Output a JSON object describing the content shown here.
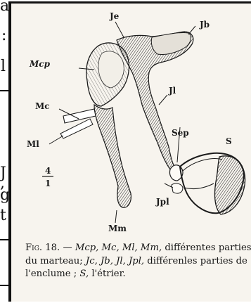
{
  "left_page": {
    "stubs": [
      "a",
      ":",
      "l",
      "J",
      ",",
      "g",
      "t"
    ]
  },
  "figure": {
    "labels": {
      "je": "Je",
      "jb": "Jb",
      "mcp": "Mcp",
      "mc": "Mc",
      "jl": "Jl",
      "ml": "Ml",
      "sep": "Sep",
      "s": "S",
      "scale_num": "4",
      "scale_den": "1",
      "jpl": "Jpl",
      "mm": "Mm"
    }
  },
  "caption": {
    "fig_label": "Fig. 18.",
    "dash": " — ",
    "part1_terms": "Mcp, Mc, Ml, Mm,",
    "part1_text": " différentes parties du marteau; ",
    "part2_terms": "Jc, Jb, Jl, Jpl,",
    "part2_text": " différenles parties de l'enclume ; ",
    "part3_terms": "S,",
    "part3_text": " l'étrier."
  }
}
